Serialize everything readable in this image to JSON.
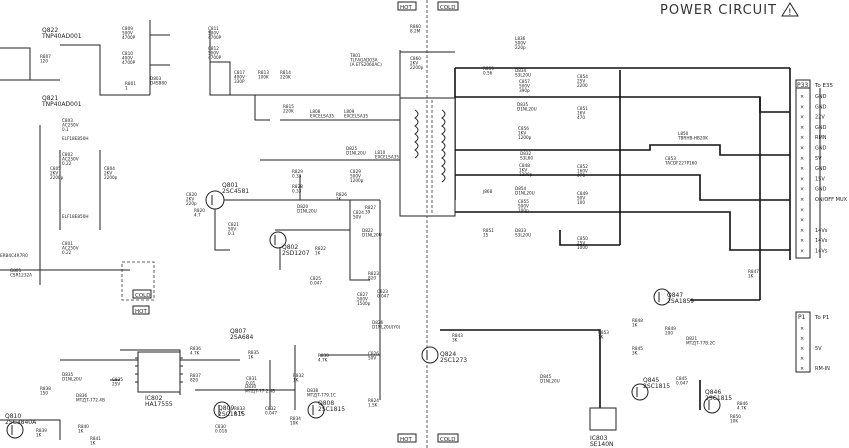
{
  "title": "POWER CIRCUIT",
  "hot_cold": {
    "hot_top": "HOT",
    "cold_top": "COLD",
    "hot_bot": "HOT",
    "cold_bot": "COLD",
    "cold_left": "COLD",
    "hot_left": "HOT"
  },
  "connectors": {
    "p33": {
      "name": "P33",
      "to": "To E35",
      "pins": [
        "GND",
        "GND",
        "22V",
        "GND",
        "RMN",
        "GND",
        "5V",
        "GND",
        "15V",
        "GND",
        "ON/OFF MUX",
        "",
        "",
        "14Vs",
        "14Vs",
        "14Vs"
      ]
    },
    "p1": {
      "name": "P1",
      "to": "To P1",
      "pins": [
        "",
        "",
        "5V",
        "",
        "RM-IN"
      ]
    }
  },
  "components": [
    {
      "id": "q822",
      "label": "Q822\nTNP40AD001"
    },
    {
      "id": "r807",
      "label": "R807\n120"
    },
    {
      "id": "q821",
      "label": "Q821\nTNP40AD001"
    },
    {
      "id": "r801",
      "label": "R801\n1"
    },
    {
      "id": "c809",
      "label": "C809\n500V\n4700P"
    },
    {
      "id": "c810",
      "label": "C810\n400V\n4700P"
    },
    {
      "id": "c811",
      "label": "C811\n500V\n4700P"
    },
    {
      "id": "c812",
      "label": "C812\n500V\n4700P"
    },
    {
      "id": "d803",
      "label": "D803\nD4SB80"
    },
    {
      "id": "c817",
      "label": "C817\n400V\n330P"
    },
    {
      "id": "r813",
      "label": "R813\n100K"
    },
    {
      "id": "r814",
      "label": "R814\n220K"
    },
    {
      "id": "r815",
      "label": "R815\n220K"
    },
    {
      "id": "r860",
      "label": "R860\n8.2M"
    },
    {
      "id": "c860",
      "label": "C860\n2KV\n2200p"
    },
    {
      "id": "t801",
      "label": "T801\nTLF4GAD03A\n(A ETS2060AC)"
    },
    {
      "id": "l808",
      "label": "L808\nEXCELSA35"
    },
    {
      "id": "l809",
      "label": "L809\nEXCELSA35"
    },
    {
      "id": "l810",
      "label": "L810\nEXCELSA35"
    },
    {
      "id": "l836",
      "label": "L836\n500V\n220p"
    },
    {
      "id": "r855",
      "label": "R855\n0.56"
    },
    {
      "id": "d834",
      "label": "D834\nS3L20U"
    },
    {
      "id": "c857",
      "label": "C857\n500V\n390p"
    },
    {
      "id": "d835",
      "label": "D835\nD1NL20U"
    },
    {
      "id": "c854",
      "label": "C854\n25V\n2200"
    },
    {
      "id": "c851",
      "label": "C851\n16V\n470"
    },
    {
      "id": "c856",
      "label": "C856\n1KV\n1200p"
    },
    {
      "id": "d832",
      "label": "D832\nS3L60"
    },
    {
      "id": "l850",
      "label": "L850\nTBRHB-HB20K"
    },
    {
      "id": "c853",
      "label": "C853\nTACDF227P160"
    },
    {
      "id": "c848",
      "label": "C848\n1KV\n1200p"
    },
    {
      "id": "d854",
      "label": "D854\nD1NL20U"
    },
    {
      "id": "c852",
      "label": "C852\n160V\n470"
    },
    {
      "id": "c855",
      "label": "C855\n500V\n100p"
    },
    {
      "id": "d833",
      "label": "D833\nS3L20U"
    },
    {
      "id": "c849",
      "label": "C849\n50V\n100"
    },
    {
      "id": "c850",
      "label": "C850\n25V\n1000"
    },
    {
      "id": "j868",
      "label": "J868"
    },
    {
      "id": "r851",
      "label": "R851\n15"
    },
    {
      "id": "r847",
      "label": "R847\n1K"
    },
    {
      "id": "q847",
      "label": "Q847\n2SA1859"
    },
    {
      "id": "q801",
      "label": "Q801\n2SC4581"
    },
    {
      "id": "c820",
      "label": "C820\n2KV\n220p"
    },
    {
      "id": "r820",
      "label": "R820\n4.7"
    },
    {
      "id": "c821",
      "label": "C821\n50V\n0.1"
    },
    {
      "id": "r829",
      "label": "R829\n0.33"
    },
    {
      "id": "r828",
      "label": "R828\n0.33"
    },
    {
      "id": "d820",
      "label": "D820\nD1NL20U"
    },
    {
      "id": "c829",
      "label": "C829\n500V\n1200p"
    },
    {
      "id": "r826",
      "label": "R826\n1K"
    },
    {
      "id": "c824",
      "label": "C824\n50V"
    },
    {
      "id": "r827",
      "label": "R827\n39"
    },
    {
      "id": "d825",
      "label": "D825\nD1NL20U"
    },
    {
      "id": "q802",
      "label": "Q802\n2SD1207"
    },
    {
      "id": "r822",
      "label": "R822\n1K"
    },
    {
      "id": "d822",
      "label": "D822\nD1NL20U"
    },
    {
      "id": "r823",
      "label": "R823\n820"
    },
    {
      "id": "c825",
      "label": "C825\n0.047"
    },
    {
      "id": "c827",
      "label": "C827\n500V\n1500p"
    },
    {
      "id": "c823",
      "label": "C823\n0.047"
    },
    {
      "id": "d826",
      "label": "D826\nD1NL20U(Y0)"
    },
    {
      "id": "c826",
      "label": "C826\n50V"
    },
    {
      "id": "r824",
      "label": "R824\n1.5K"
    },
    {
      "id": "q824",
      "label": "Q824\n2SC1273"
    },
    {
      "id": "r843",
      "label": "R843\n3K"
    },
    {
      "id": "d845",
      "label": "D845\nD1NL20U"
    },
    {
      "id": "ic803",
      "label": "IC803\nSE140N"
    },
    {
      "id": "r853",
      "label": "R853\n1K"
    },
    {
      "id": "r848",
      "label": "R848\n1K"
    },
    {
      "id": "r849",
      "label": "R849\n200"
    },
    {
      "id": "r845",
      "label": "R845\n3K"
    },
    {
      "id": "d821",
      "label": "D821\nMTZJT-77B.2C"
    },
    {
      "id": "q845",
      "label": "Q845\n2SC1815"
    },
    {
      "id": "c845",
      "label": "C845\n0.047"
    },
    {
      "id": "q846",
      "label": "Q846\n2SC1815"
    },
    {
      "id": "r846",
      "label": "R846\n4.7K"
    },
    {
      "id": "r850",
      "label": "R850\n10K"
    },
    {
      "id": "q807",
      "label": "Q807\n2SA684"
    },
    {
      "id": "ic802",
      "label": "IC802\nHA17555"
    },
    {
      "id": "r836",
      "label": "R836\n4.7K"
    },
    {
      "id": "r837",
      "label": "R837\n820"
    },
    {
      "id": "r835",
      "label": "R835\n1K"
    },
    {
      "id": "c831",
      "label": "C831\n0.01"
    },
    {
      "id": "r830",
      "label": "R830\n4.7K"
    },
    {
      "id": "r832",
      "label": "R832\n1K"
    },
    {
      "id": "d838",
      "label": "D838\nMTZJT-779.1C"
    },
    {
      "id": "q809",
      "label": "Q809\n2SC1815"
    },
    {
      "id": "q808",
      "label": "Q808\n2SC1815"
    },
    {
      "id": "r833",
      "label": "R833\n4.7K"
    },
    {
      "id": "c832",
      "label": "C832\n0.047"
    },
    {
      "id": "r834",
      "label": "R834\n10K"
    },
    {
      "id": "c830",
      "label": "C830\n0.018"
    },
    {
      "id": "d830",
      "label": "D830\nMTZJT-77 2.4B"
    },
    {
      "id": "r838",
      "label": "R838\n150"
    },
    {
      "id": "d836",
      "label": "D836\nMTZJT-772.4B"
    },
    {
      "id": "d835b",
      "label": "D835\nD1NL20U"
    },
    {
      "id": "c835",
      "label": "C835\n25V"
    },
    {
      "id": "q810",
      "label": "Q810\n2SC3840A"
    },
    {
      "id": "r839",
      "label": "R839\n1K"
    },
    {
      "id": "r840",
      "label": "R840\n1K"
    },
    {
      "id": "r841",
      "label": "R841\n1K"
    },
    {
      "id": "c803",
      "label": "C803\nAC250V\n0.1"
    },
    {
      "id": "c802",
      "label": "C802\nAC250V\n0.22"
    },
    {
      "id": "l802",
      "label": "ELF18E850H"
    },
    {
      "id": "l803",
      "label": "ELF18E850H"
    },
    {
      "id": "c805",
      "label": "C805\n2KV\n2200p"
    },
    {
      "id": "c804",
      "label": "C804\n2KV\n2200p"
    },
    {
      "id": "c801",
      "label": "C801\nAC250V\n0.22"
    },
    {
      "id": "g801",
      "label": "G801\nCSR1232A"
    },
    {
      "id": "f801",
      "label": "ERB4C4R7R0"
    }
  ]
}
